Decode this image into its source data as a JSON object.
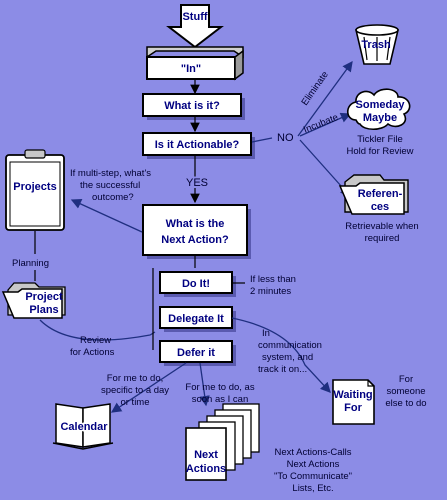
{
  "nodes": {
    "stuff": "Stuff",
    "in": "\"In\"",
    "what_is_it": "What is it?",
    "is_actionable": "Is it Actionable?",
    "next_action_1": "What is the",
    "next_action_2": "Next Action?",
    "do_it": "Do It!",
    "delegate": "Delegate It",
    "defer": "Defer it",
    "trash": "Trash",
    "someday_1": "Someday",
    "someday_2": "Maybe",
    "references_1": "Referen-",
    "references_2": "ces",
    "projects": "Projects",
    "project_plans_1": "Project",
    "project_plans_2": "Plans",
    "calendar": "Calendar",
    "waiting_1": "Waiting",
    "waiting_2": "For",
    "next_actions_1": "Next",
    "next_actions_2": "Actions"
  },
  "labels": {
    "no": "NO",
    "yes": "YES",
    "eliminate": "Eliminate",
    "incubate": "Incubate",
    "tickler_1": "Tickler File",
    "tickler_2": "Hold for Review",
    "retrievable_1": "Retrievable when",
    "retrievable_2": "required",
    "multistep_1": "If multi-step, what's",
    "multistep_2": "the successful",
    "multistep_3": "outcome?",
    "planning": "Planning",
    "review_1": "Review",
    "review_2": "for Actions",
    "less_than_1": "If less than",
    "less_than_2": "2 minutes",
    "comm_1": "In",
    "comm_2": "communication",
    "comm_3": "system, and",
    "comm_4": "track it on...",
    "someone_1": "For",
    "someone_2": "someone",
    "someone_3": "else to do",
    "specific_1": "For me to do,",
    "specific_2": "specific to a day",
    "specific_3": "or time",
    "asap_1": "For me to do, as",
    "asap_2": "soon as I can",
    "lists_1": "Next Actions-Calls",
    "lists_2": "Next Actions",
    "lists_3": "\"To Communicate\"",
    "lists_4": "Lists, Etc."
  },
  "colors": {
    "background": "#8c8ce6",
    "box_text": "#000080",
    "box_fill": "#ffffff",
    "connector": "#1f2f80"
  }
}
